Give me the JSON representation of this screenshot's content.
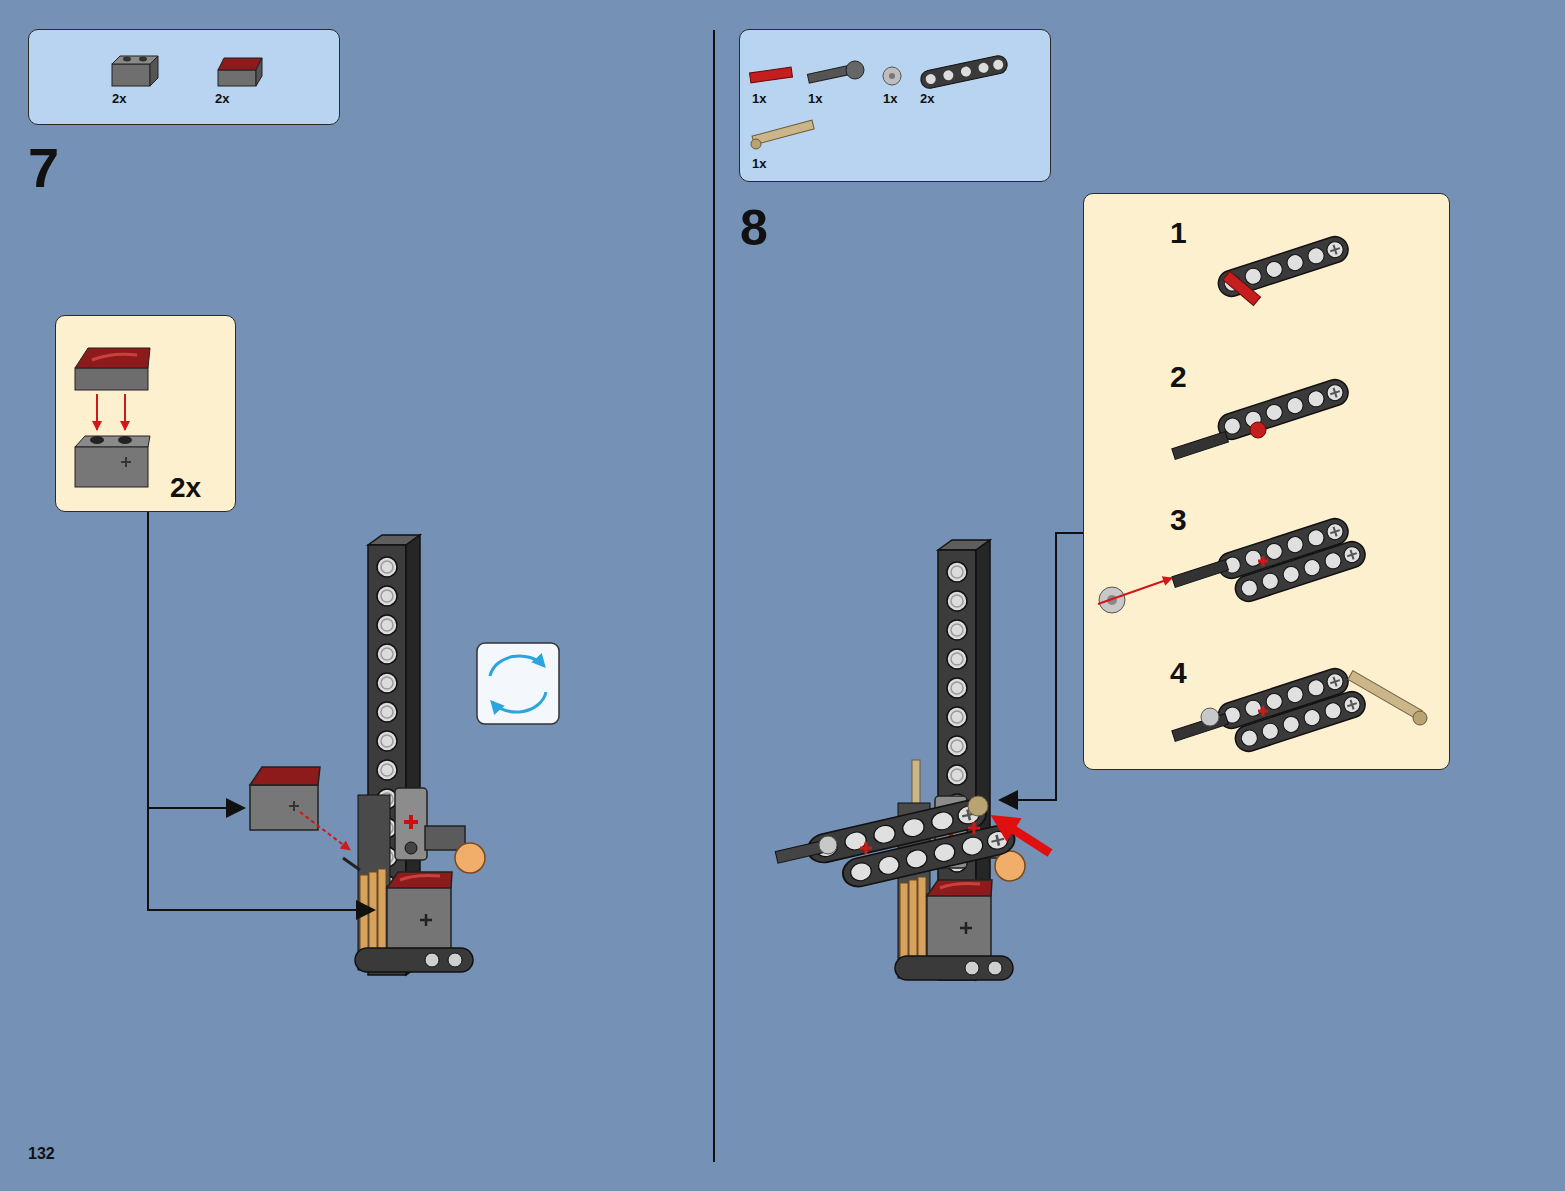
{
  "diagram": {
    "nodes": [
      {
        "text": [
          "2x",
          "2x"
        ]
      },
      {
        "text": [
          "2x"
        ]
      },
      {
        "text": [
          "1x",
          "1x",
          "1x",
          "2x",
          "1x"
        ]
      },
      {
        "text": [
          "1",
          "2",
          "3",
          "4"
        ]
      }
    ],
    "labels": [
      "7",
      "8",
      "132"
    ]
  }
}
